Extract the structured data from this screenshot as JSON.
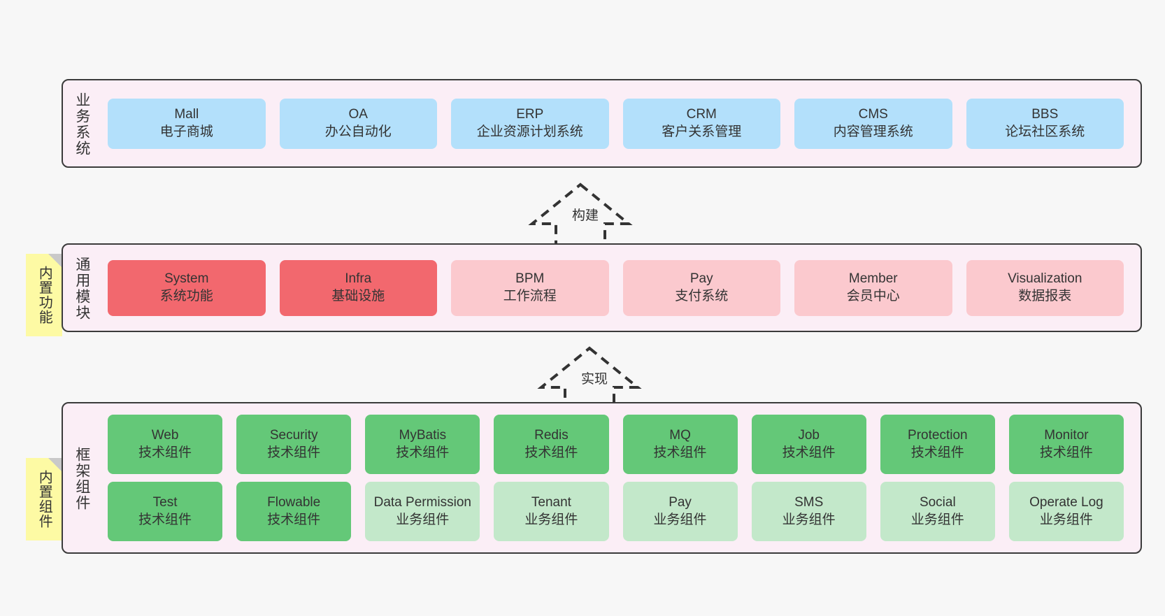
{
  "diagram": {
    "title": "yudao framework architecture",
    "background_color": "#f7f7f7",
    "band_fill": "#fbeef6",
    "band_stroke": "#3b3b3b",
    "note_fill": "#fdfaa4"
  },
  "notes": [
    {
      "label": "内置功能"
    },
    {
      "label": "内置组件"
    }
  ],
  "arrows": [
    {
      "label": "构建",
      "direction": "up",
      "style": "dashed-hollow"
    },
    {
      "label": "实现",
      "direction": "up",
      "style": "dashed-hollow"
    }
  ],
  "bands": [
    {
      "id": "business",
      "title": "业务系统",
      "rows": [
        {
          "cards": [
            {
              "en": "Mall",
              "cn": "电子商城",
              "color": "#b3e0fb"
            },
            {
              "en": "OA",
              "cn": "办公自动化",
              "color": "#b3e0fb"
            },
            {
              "en": "ERP",
              "cn": "企业资源计划系统",
              "color": "#b3e0fb"
            },
            {
              "en": "CRM",
              "cn": "客户关系管理",
              "color": "#b3e0fb"
            },
            {
              "en": "CMS",
              "cn": "内容管理系统",
              "color": "#b3e0fb"
            },
            {
              "en": "BBS",
              "cn": "论坛社区系统",
              "color": "#b3e0fb"
            }
          ]
        }
      ]
    },
    {
      "id": "general",
      "title": "通用模块",
      "rows": [
        {
          "cards": [
            {
              "en": "System",
              "cn": "系统功能",
              "color": "#f2686e"
            },
            {
              "en": "Infra",
              "cn": "基础设施",
              "color": "#f2686e"
            },
            {
              "en": "BPM",
              "cn": "工作流程",
              "color": "#fbc9ce"
            },
            {
              "en": "Pay",
              "cn": "支付系统",
              "color": "#fbc9ce"
            },
            {
              "en": "Member",
              "cn": "会员中心",
              "color": "#fbc9ce"
            },
            {
              "en": "Visualization",
              "cn": "数据报表",
              "color": "#fbc9ce"
            }
          ]
        }
      ]
    },
    {
      "id": "framework",
      "title": "框架组件",
      "rows": [
        {
          "cards": [
            {
              "en": "Web",
              "cn": "技术组件",
              "color": "#64c878"
            },
            {
              "en": "Security",
              "cn": "技术组件",
              "color": "#64c878"
            },
            {
              "en": "MyBatis",
              "cn": "技术组件",
              "color": "#64c878"
            },
            {
              "en": "Redis",
              "cn": "技术组件",
              "color": "#64c878"
            },
            {
              "en": "MQ",
              "cn": "技术组件",
              "color": "#64c878"
            },
            {
              "en": "Job",
              "cn": "技术组件",
              "color": "#64c878"
            },
            {
              "en": "Protection",
              "cn": "技术组件",
              "color": "#64c878"
            },
            {
              "en": "Monitor",
              "cn": "技术组件",
              "color": "#64c878"
            }
          ]
        },
        {
          "cards": [
            {
              "en": "Test",
              "cn": "技术组件",
              "color": "#64c878"
            },
            {
              "en": "Flowable",
              "cn": "技术组件",
              "color": "#64c878"
            },
            {
              "en": "Data Permission",
              "cn": "业务组件",
              "color": "#c3e8ca"
            },
            {
              "en": "Tenant",
              "cn": "业务组件",
              "color": "#c3e8ca"
            },
            {
              "en": "Pay",
              "cn": "业务组件",
              "color": "#c3e8ca"
            },
            {
              "en": "SMS",
              "cn": "业务组件",
              "color": "#c3e8ca"
            },
            {
              "en": "Social",
              "cn": "业务组件",
              "color": "#c3e8ca"
            },
            {
              "en": "Operate Log",
              "cn": "业务组件",
              "color": "#c3e8ca"
            }
          ]
        }
      ]
    }
  ]
}
